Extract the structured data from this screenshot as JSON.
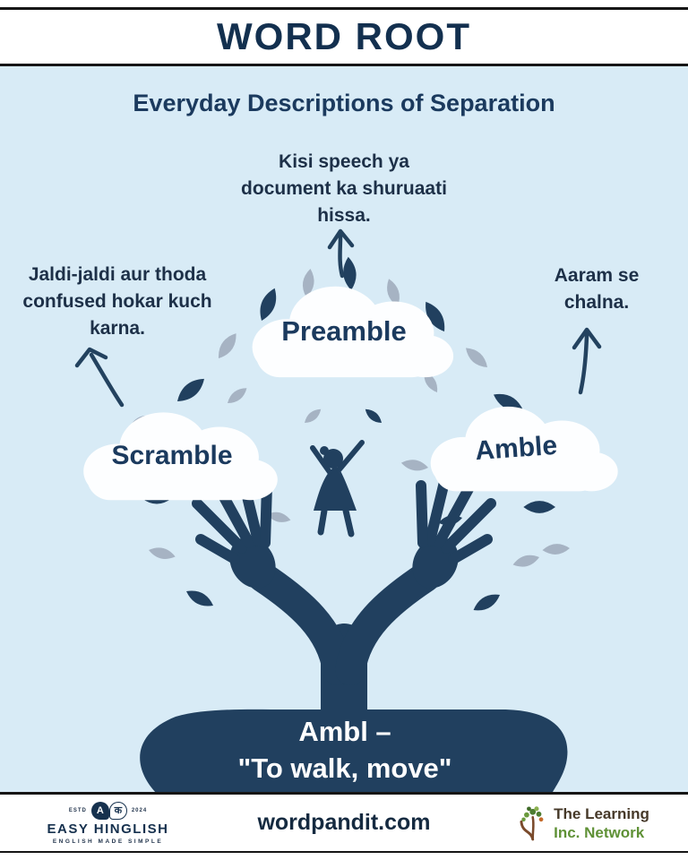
{
  "header": {
    "title": "WORD ROOT"
  },
  "subtitle": "Everyday Descriptions of Separation",
  "annotations": {
    "top": {
      "lines": [
        "Kisi speech ya",
        "document ka shuruaati",
        "hissa."
      ]
    },
    "left": {
      "lines": [
        "Jaldi-jaldi aur thoda",
        "confused hokar kuch",
        "karna."
      ]
    },
    "right": {
      "lines": [
        "Aaram se",
        "chalna."
      ]
    }
  },
  "clouds": {
    "preamble": "Preamble",
    "scramble": "Scramble",
    "amble": "Amble"
  },
  "root": {
    "lines": [
      "Ambl –",
      "\"To walk, move\""
    ]
  },
  "footer": {
    "brand": {
      "estd": "ESTD",
      "year": "2024",
      "letter": "A",
      "hindi": "क",
      "name": "EASY HINGLISH",
      "tagline": "ENGLISH MADE SIMPLE"
    },
    "site": "wordpandit.com",
    "network": {
      "lines": [
        "The Learning",
        "Inc. Network"
      ]
    }
  },
  "colors": {
    "background": "#d8ebf6",
    "navy": "#21405f",
    "gray_leaf": "#a6b3c3",
    "title_navy": "#13304f",
    "white": "#ffffff",
    "network_green": "#5f9136",
    "network_brown": "#463929"
  }
}
